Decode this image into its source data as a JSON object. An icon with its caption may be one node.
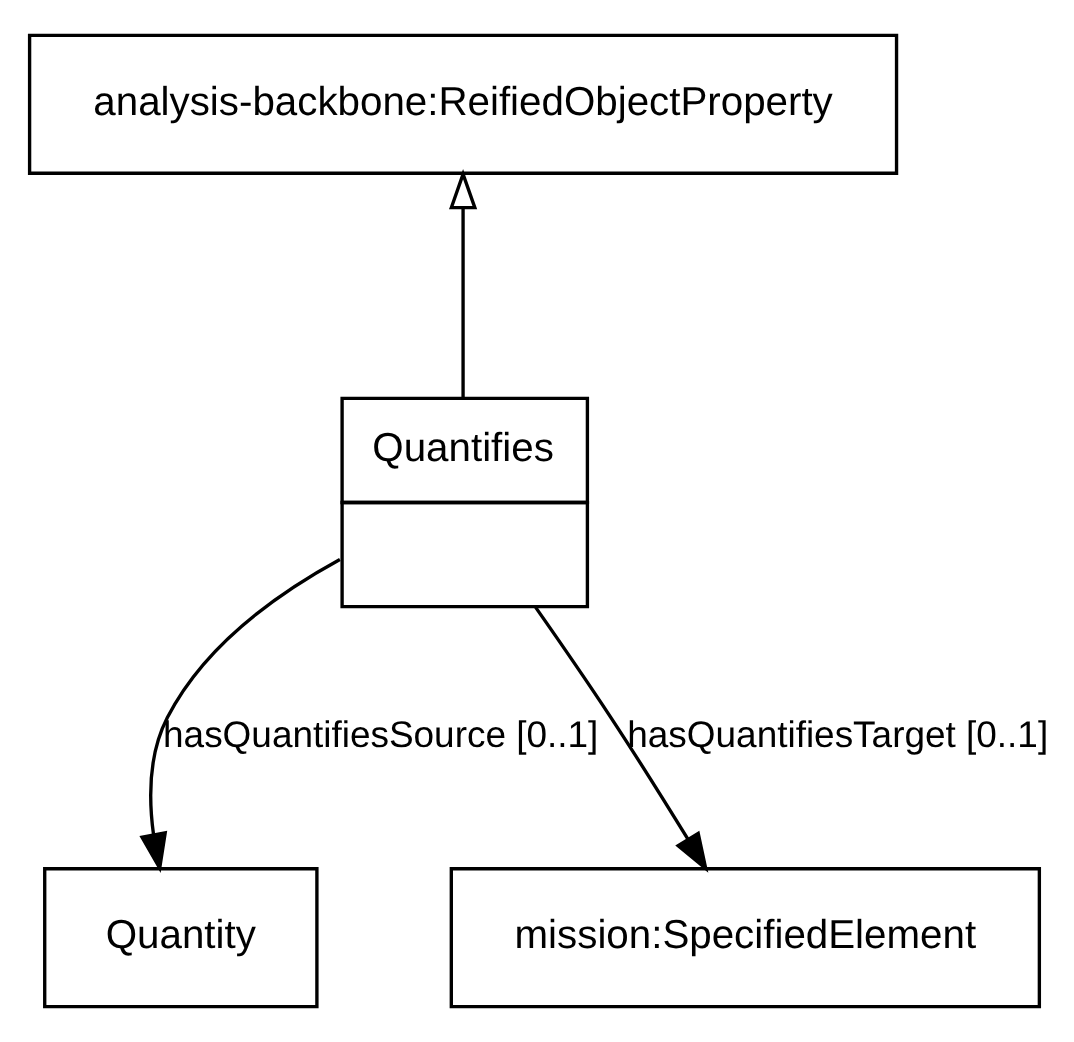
{
  "diagram": {
    "nodes": [
      {
        "text": [
          "analysis-backbone:ReifiedObjectProperty"
        ]
      },
      {
        "text": [
          "Quantifies"
        ]
      },
      {
        "text": [
          "Quantity"
        ]
      },
      {
        "text": [
          "mission:SpecifiedElement"
        ]
      }
    ],
    "edges": [
      {
        "from": 1,
        "to": 0,
        "arrow": "to"
      },
      {
        "from": 1,
        "to": 2,
        "arrow": "to",
        "label": "hasQuantifiesSource [0..1]"
      },
      {
        "from": 1,
        "to": 3,
        "arrow": "to",
        "label": "hasQuantifiesTarget [0..1]"
      }
    ]
  }
}
